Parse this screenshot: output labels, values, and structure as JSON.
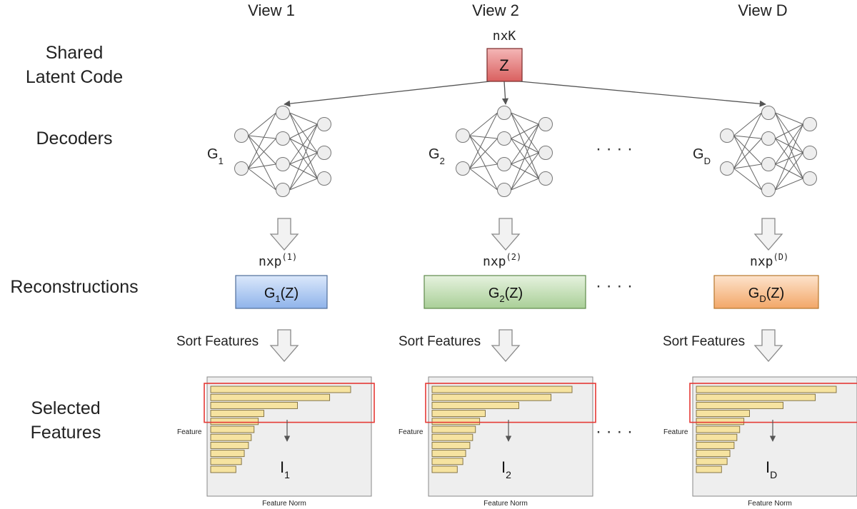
{
  "column_headers": [
    "View 1",
    "View 2",
    "View D"
  ],
  "row_labels": {
    "shared_line1": "Shared",
    "shared_line2": "Latent Code",
    "decoders": "Decoders",
    "reconstructions": "Reconstructions",
    "selected_line1": "Selected",
    "selected_line2": "Features"
  },
  "latent": {
    "dim_label": "nxK",
    "node_label": "Z"
  },
  "ellipsis": "· · · ·",
  "views": [
    {
      "decoder_base": "G",
      "decoder_sub": "1",
      "dim_base": "nxp",
      "dim_sup": "(1)",
      "recon_base": "G",
      "recon_sub": "1",
      "recon_tail": "(Z)",
      "sort_label": "Sort Features",
      "ylabel": "Feature",
      "xlabel": "Feature Norm",
      "index_base": "I",
      "index_sub": "1",
      "color_fill": "#aec9ee",
      "color_stroke": "#6c8ebf"
    },
    {
      "decoder_base": "G",
      "decoder_sub": "2",
      "dim_base": "nxp",
      "dim_sup": "(2)",
      "recon_base": "G",
      "recon_sub": "2",
      "recon_tail": "(Z)",
      "sort_label": "Sort Features",
      "ylabel": "Feature",
      "xlabel": "Feature Norm",
      "index_base": "I",
      "index_sub": "2",
      "color_fill": "#c4e0b8",
      "color_stroke": "#82b366"
    },
    {
      "decoder_base": "G",
      "decoder_sub": "D",
      "dim_base": "nxp",
      "dim_sup": "(D)",
      "recon_base": "G",
      "recon_sub": "D",
      "recon_tail": "(Z)",
      "sort_label": "Sort Features",
      "ylabel": "Feature",
      "xlabel": "Feature Norm",
      "index_base": "I",
      "index_sub": "D",
      "color_fill": "#f7c49a",
      "color_stroke": "#d79b00"
    }
  ],
  "feature_norms": [
    1.0,
    0.85,
    0.62,
    0.38,
    0.34,
    0.31,
    0.29,
    0.27,
    0.24,
    0.22,
    0.18
  ],
  "selected_top_k": 3,
  "colors": {
    "latent_fill": "#e06666",
    "selection_box": "#e53935",
    "bar_fill": "#f6e3a0",
    "bar_stroke": "#7a6a3a",
    "panel_fill": "#eeeeee",
    "node_fill": "#eeeeee"
  }
}
